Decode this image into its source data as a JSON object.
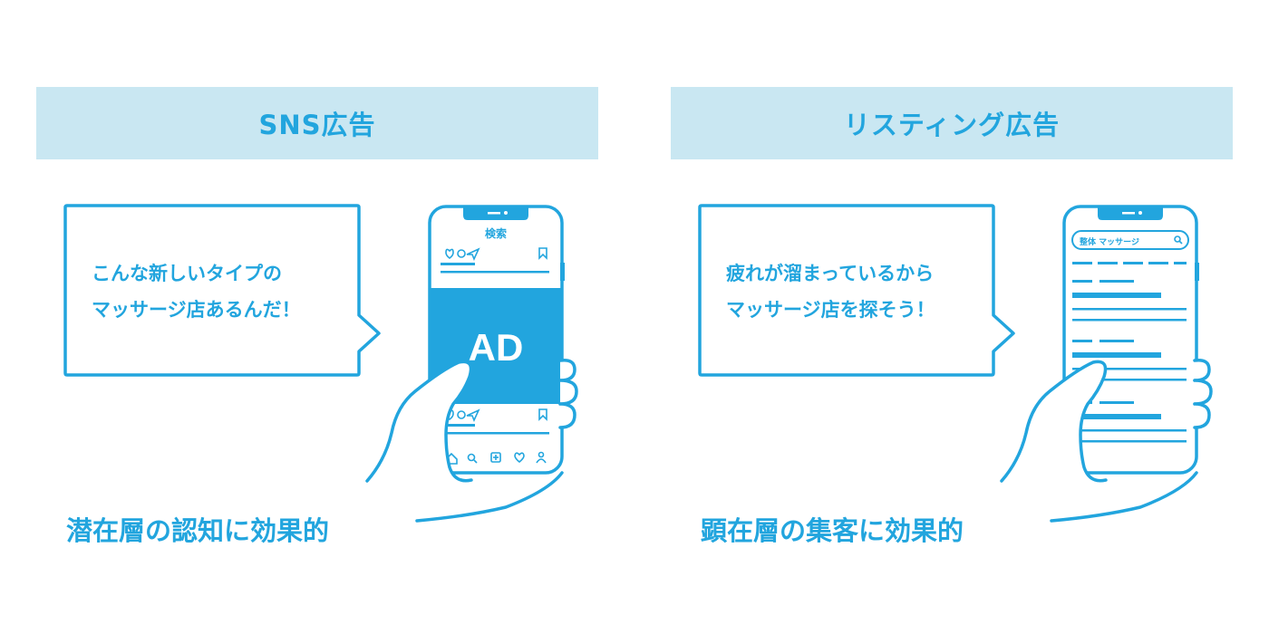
{
  "colors": {
    "accent": "#22a5de",
    "header_bg": "#c9e7f2",
    "background": "#ffffff"
  },
  "left": {
    "header_title": "SNS広告",
    "bubble_lines": [
      "こんな新しいタイプの",
      "マッサージ店あるんだ！"
    ],
    "phone_title": "検索",
    "ad_label": "AD",
    "caption": "潜在層の認知に効果的",
    "icons": [
      "heart-icon",
      "comment-icon",
      "send-icon",
      "bookmark-icon",
      "home-icon",
      "search-icon",
      "add-icon",
      "heart-icon",
      "profile-icon"
    ]
  },
  "right": {
    "header_title": "リスティング広告",
    "bubble_lines": [
      "疲れが溜まっているから",
      "マッサージ店を探そう！"
    ],
    "search_query": "整体 マッサージ",
    "caption": "顕在層の集客に効果的",
    "icons": [
      "search-icon"
    ]
  }
}
